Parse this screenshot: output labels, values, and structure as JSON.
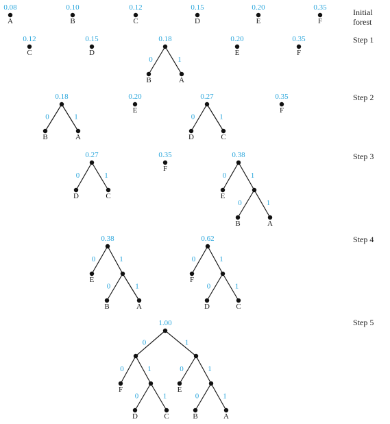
{
  "colors": {
    "accent": "#2aa6dc",
    "ink": "#1a1a1a"
  },
  "bit_labels": {
    "left": "0",
    "right": "1"
  },
  "rows": [
    {
      "step_label": [
        "Initial",
        "forest"
      ],
      "trees": [
        {
          "weight": "0.08",
          "symbol": "A"
        },
        {
          "weight": "0.10",
          "symbol": "B"
        },
        {
          "weight": "0.12",
          "symbol": "C"
        },
        {
          "weight": "0.15",
          "symbol": "D"
        },
        {
          "weight": "0.20",
          "symbol": "E"
        },
        {
          "weight": "0.35",
          "symbol": "F"
        }
      ]
    },
    {
      "step_label": [
        "Step 1"
      ],
      "trees": [
        {
          "weight": "0.12",
          "symbol": "C"
        },
        {
          "weight": "0.15",
          "symbol": "D"
        },
        {
          "weight": "0.18",
          "left": "B",
          "right": "A"
        },
        {
          "weight": "0.20",
          "symbol": "E"
        },
        {
          "weight": "0.35",
          "symbol": "F"
        }
      ]
    },
    {
      "step_label": [
        "Step 2"
      ],
      "trees": [
        {
          "weight": "0.18",
          "left": "B",
          "right": "A"
        },
        {
          "weight": "0.20",
          "symbol": "E"
        },
        {
          "weight": "0.27",
          "left": "D",
          "right": "C"
        },
        {
          "weight": "0.35",
          "symbol": "F"
        }
      ]
    },
    {
      "step_label": [
        "Step 3"
      ],
      "trees": [
        {
          "weight": "0.27",
          "left": "D",
          "right": "C"
        },
        {
          "weight": "0.35",
          "symbol": "F"
        },
        {
          "weight": "0.38",
          "left": "E",
          "right": {
            "left": "B",
            "right": "A"
          }
        }
      ]
    },
    {
      "step_label": [
        "Step 4"
      ],
      "trees": [
        {
          "weight": "0.38",
          "left": "E",
          "right": {
            "left": "B",
            "right": "A"
          }
        },
        {
          "weight": "0.62",
          "left": "F",
          "right": {
            "left": "D",
            "right": "C"
          }
        }
      ]
    },
    {
      "step_label": [
        "Step 5"
      ],
      "trees": [
        {
          "weight": "1.00",
          "left": {
            "left": "F",
            "right": {
              "left": "D",
              "right": "C"
            }
          },
          "right": {
            "left": "E",
            "right": {
              "left": "B",
              "right": "A"
            }
          }
        }
      ]
    }
  ]
}
